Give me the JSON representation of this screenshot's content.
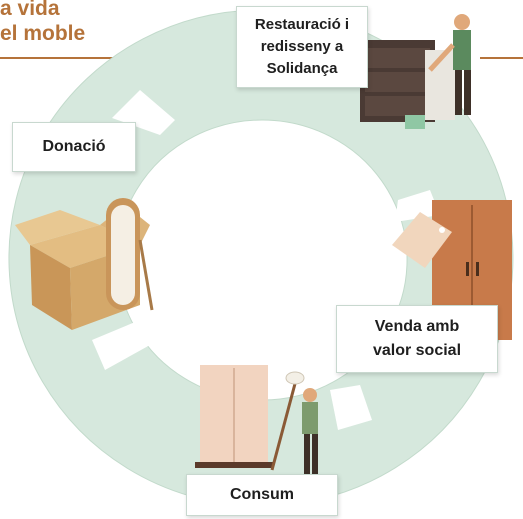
{
  "heading": {
    "line1": "a vida",
    "line2": "el moble"
  },
  "stages": {
    "restoration": {
      "lines": [
        "Restauració i",
        "redisseny a",
        "Solidança"
      ]
    },
    "donation": {
      "lines": [
        "Donació"
      ]
    },
    "sale": {
      "lines": [
        "Venda amb",
        "valor social"
      ]
    },
    "consumption": {
      "lines": [
        "Consum"
      ]
    }
  },
  "colors": {
    "heading": "#b5733a",
    "ring": "#d6e8dd",
    "ring_edge": "#c2dacb",
    "wood": "#c87a4a",
    "box": "#d4a86a",
    "label_border": "#c8d8cf"
  },
  "icons": [
    "cardboard-box-icon",
    "standing-mirror-icon",
    "dresser-icon",
    "worker-figure-icon",
    "wardrobe-icon",
    "price-tag-icon",
    "sweeping-person-icon"
  ]
}
